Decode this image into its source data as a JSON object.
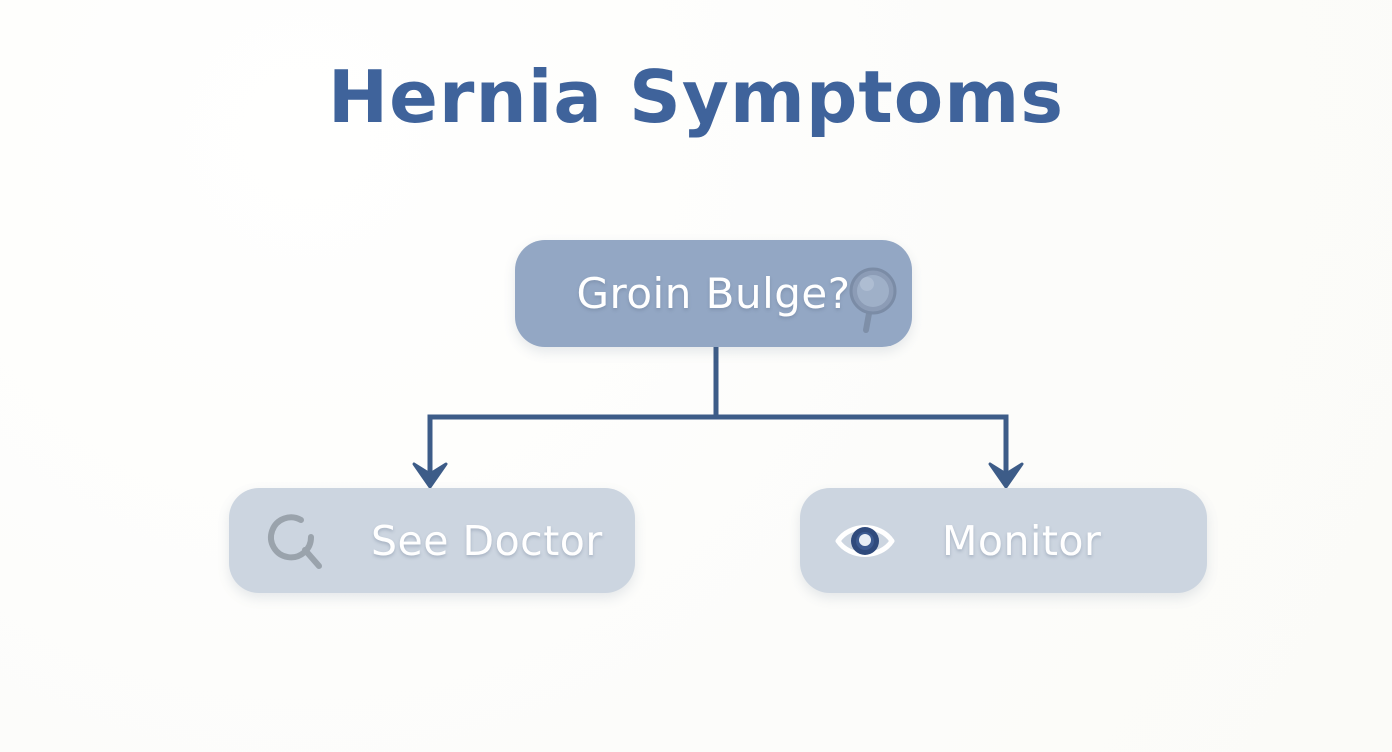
{
  "page": {
    "title": "Hernia Symptoms",
    "background_color": "#fdfdfb",
    "title_color": "#3f639b"
  },
  "diagram": {
    "type": "flowchart",
    "connector_color": "#3d5c88",
    "root": {
      "id": "root-node",
      "label": "Groin Bulge?",
      "icon": "magnifier-icon",
      "fill_color": "#93a7c4",
      "text_color": "#ffffff"
    },
    "children": [
      {
        "id": "left-node",
        "label": "See Doctor",
        "icon": "search-icon",
        "fill_color": "#ccd5e0",
        "text_color": "#ffffff",
        "icon_color": "#9aa3ac"
      },
      {
        "id": "right-node",
        "label": "Monitor",
        "icon": "eye-icon",
        "fill_color": "#ccd5e0",
        "text_color": "#ffffff",
        "icon_color": "#2f4a7c"
      }
    ]
  }
}
